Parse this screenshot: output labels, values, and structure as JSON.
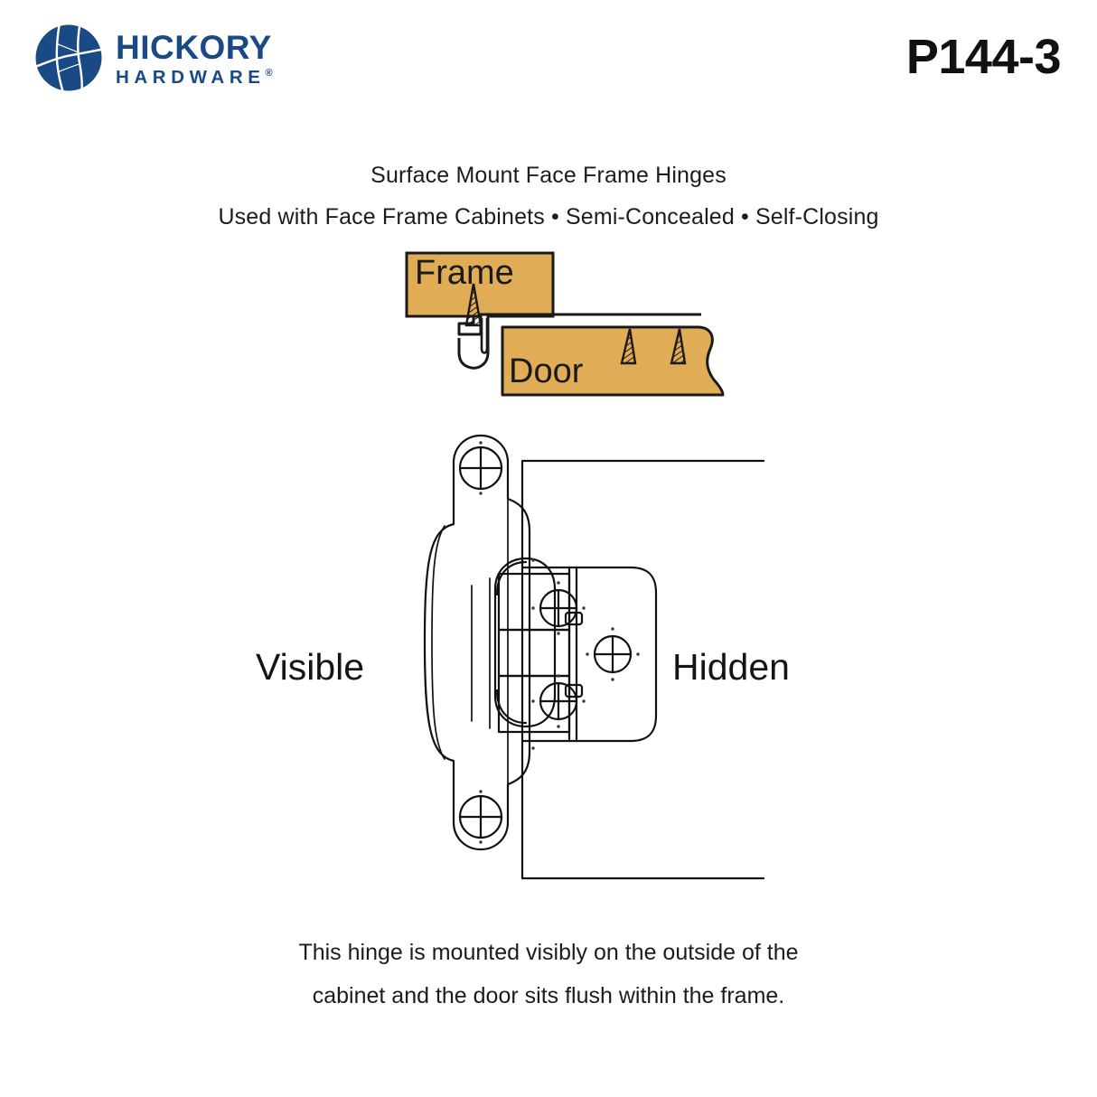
{
  "header": {
    "logo_icon": "hickory-hardware-circle-logo",
    "brand_primary": "HICKORY",
    "brand_secondary": "HARDWARE",
    "brand_registered": "®",
    "sku": "P144-3",
    "brand_color": "#1a4a86"
  },
  "titles": {
    "line1": "Surface Mount Face Frame Hinges",
    "line2": "Used with Face Frame Cabinets • Semi-Concealed • Self-Closing"
  },
  "cross_section": {
    "frame_label": "Frame",
    "door_label": "Door",
    "wood_color": "#e0ac56",
    "outline_color": "#1a1a1a"
  },
  "hinge_diagram": {
    "visible_label": "Visible",
    "hidden_label": "Hidden",
    "line_color": "#111111"
  },
  "footer": {
    "line1": "This hinge is mounted visibly on the outside of the",
    "line2": "cabinet and the door sits flush within the frame."
  }
}
